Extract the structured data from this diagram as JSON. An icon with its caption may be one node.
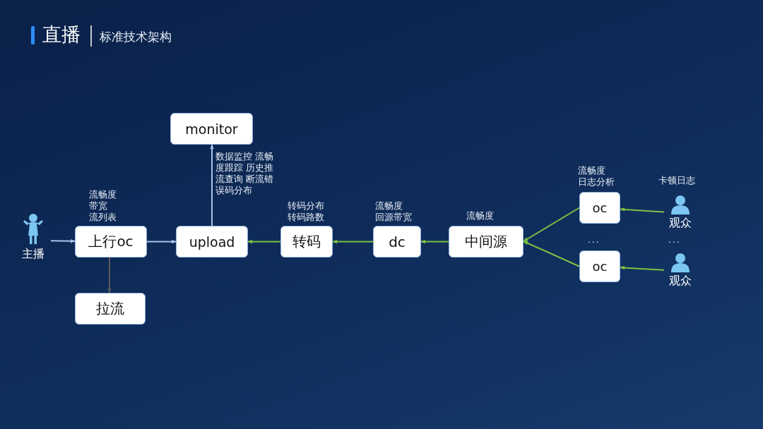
{
  "diagram": {
    "title": "直播",
    "nodes": [
      {
        "text": [
          "主播"
        ]
      },
      {
        "text": [
          "上行oc"
        ],
        "beside": [
          "流畅度",
          "带宽",
          "流列表"
        ]
      },
      {
        "text": [
          "拉流"
        ]
      },
      {
        "text": [
          "upload"
        ]
      },
      {
        "text": [
          "monitor"
        ]
      },
      {
        "text": [
          "转码"
        ],
        "beside": [
          "转码分布",
          "转码路数"
        ]
      },
      {
        "text": [
          "dc"
        ],
        "beside": [
          "流畅度",
          "回源带宽"
        ]
      },
      {
        "text": [
          "中间源"
        ],
        "beside": [
          "流畅度"
        ]
      },
      {
        "text": [
          "oc"
        ],
        "beside": [
          "流畅度",
          "日志分析"
        ]
      },
      {
        "text": [
          "oc"
        ]
      },
      {
        "text": [
          "观众"
        ],
        "beside": [
          "卡顿日志"
        ]
      },
      {
        "text": [
          "观众"
        ]
      }
    ],
    "edges": [
      {
        "from": 0,
        "to": 1,
        "arrow": "to",
        "color": "#a9c4e8"
      },
      {
        "from": 1,
        "to": 3,
        "arrow": "to",
        "color": "#a9c4e8"
      },
      {
        "from": 1,
        "to": 2,
        "arrow": "to",
        "color": "#5a5a5a"
      },
      {
        "from": 3,
        "to": 4,
        "arrow": "to",
        "color": "#a9c4e8",
        "label": "数据监控 流畅度跟踪 历史推流查询 断流错误码分布"
      },
      {
        "from": 5,
        "to": 3,
        "arrow": "to"
      },
      {
        "from": 6,
        "to": 5,
        "arrow": "to"
      },
      {
        "from": 7,
        "to": 6,
        "arrow": "to"
      },
      {
        "from": 8,
        "to": 7,
        "arrow": "to"
      },
      {
        "from": 9,
        "to": 7,
        "arrow": "to"
      },
      {
        "from": 10,
        "to": 8,
        "arrow": "to"
      },
      {
        "from": 11,
        "to": 9,
        "arrow": "to"
      }
    ],
    "labels": [
      "标准技术架构",
      "...",
      "..."
    ]
  }
}
